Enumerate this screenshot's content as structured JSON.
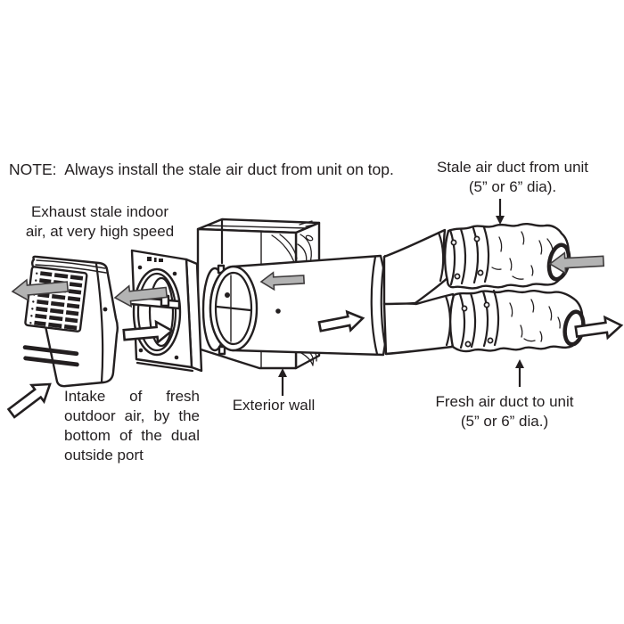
{
  "colors": {
    "ink": "#231f20",
    "arrow_gray": "#b3b3b3",
    "background": "#ffffff"
  },
  "note": {
    "text": "NOTE:  Always install the stale air duct from unit on top."
  },
  "labels": {
    "exhaust": {
      "lines": [
        "Exhaust stale indoor",
        "air, at very high speed"
      ]
    },
    "stale_duct": {
      "lines": [
        "Stale air duct from unit",
        "(5” or 6” dia)."
      ]
    },
    "intake": {
      "lines": [
        "Intake of fresh",
        "outdoor air, by the",
        "bottom of the dual",
        "outside port"
      ]
    },
    "exterior_wall": {
      "text": "Exterior wall"
    },
    "fresh_duct": {
      "lines": [
        "Fresh air duct to unit",
        "(5” or 6” dia.)"
      ]
    }
  },
  "diagram": {
    "parts": [
      "indoor-unit",
      "mounting-plate",
      "exterior-wall-block",
      "wall-tube",
      "duct-splitter",
      "stale-air-duct",
      "fresh-air-duct"
    ],
    "airflow_arrows": [
      {
        "name": "exhaust-to-room-arrow",
        "style": "gray-filled",
        "direction": "left"
      },
      {
        "name": "stale-air-through-plate-arrow",
        "style": "gray-filled",
        "direction": "left"
      },
      {
        "name": "stale-air-in-tube-arrow",
        "style": "gray-filled",
        "direction": "left"
      },
      {
        "name": "stale-air-duct-inlet-arrow",
        "style": "gray-filled",
        "direction": "left"
      },
      {
        "name": "fresh-air-intake-arrow",
        "style": "white-outline",
        "direction": "up-right"
      },
      {
        "name": "fresh-air-through-plate-arrow",
        "style": "white-outline",
        "direction": "right"
      },
      {
        "name": "fresh-air-in-tube-arrow",
        "style": "white-outline",
        "direction": "right"
      },
      {
        "name": "fresh-air-duct-outlet-arrow",
        "style": "white-outline",
        "direction": "right"
      }
    ]
  }
}
